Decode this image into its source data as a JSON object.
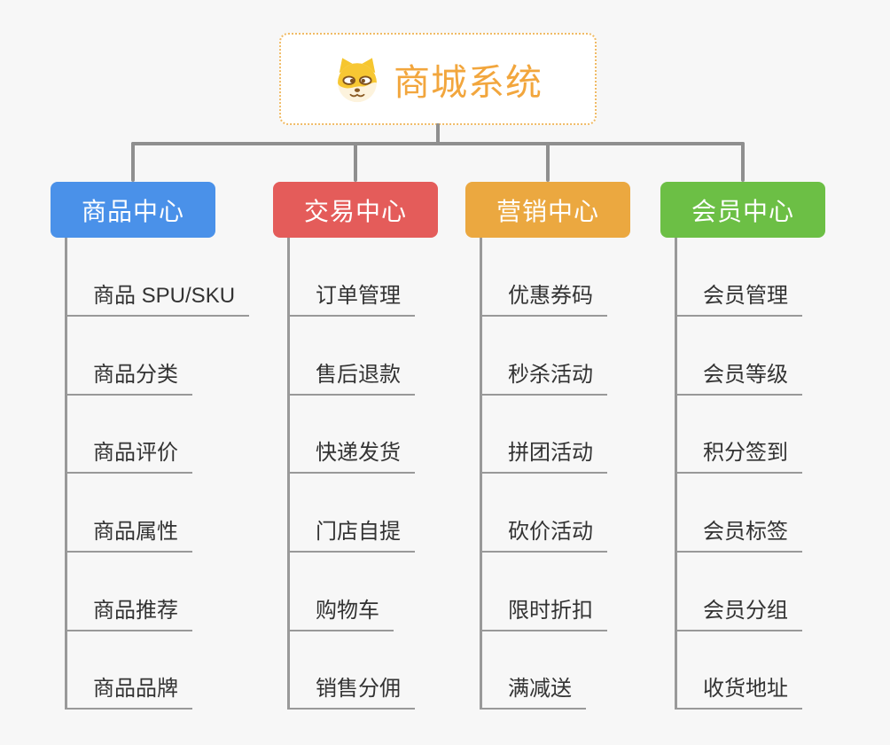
{
  "canvas": {
    "background_color": "#f7f7f7"
  },
  "root": {
    "title": "商城系统",
    "title_color": "#f2a63d",
    "border_color": "#f0bb66",
    "icon": "doge-face-icon"
  },
  "connectors": {
    "main_line_color": "#8f8f8f",
    "child_line_color": "#999999"
  },
  "child_text_color": "#333333",
  "branches": [
    {
      "label": "商品中心",
      "color": "#4a91e9",
      "children": [
        "商品 SPU/SKU",
        "商品分类",
        "商品评价",
        "商品属性",
        "商品推荐",
        "商品品牌"
      ]
    },
    {
      "label": "交易中心",
      "color": "#e45c5a",
      "children": [
        "订单管理",
        "售后退款",
        "快递发货",
        "门店自提",
        "购物车",
        "销售分佣"
      ]
    },
    {
      "label": "营销中心",
      "color": "#eba840",
      "children": [
        "优惠券码",
        "秒杀活动",
        "拼团活动",
        "砍价活动",
        "限时折扣",
        "满减送"
      ]
    },
    {
      "label": "会员中心",
      "color": "#6cbf45",
      "children": [
        "会员管理",
        "会员等级",
        "积分签到",
        "会员标签",
        "会员分组",
        "收货地址"
      ]
    }
  ]
}
